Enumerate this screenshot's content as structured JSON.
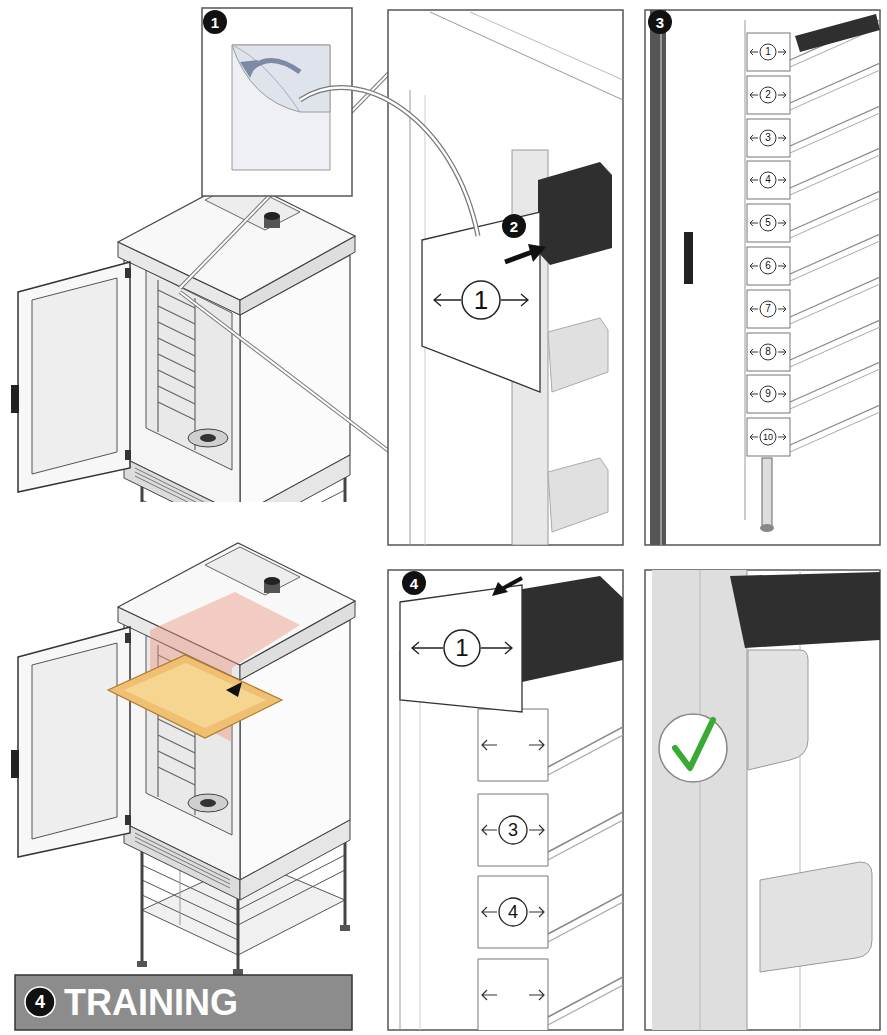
{
  "diagram": {
    "title": "TRAINING",
    "labels": [
      "1",
      "2",
      "1",
      "3",
      "1",
      "2",
      "3",
      "4",
      "5",
      "6",
      "7",
      "8",
      "9",
      "10",
      "4",
      "1",
      "3",
      "4",
      "4"
    ]
  }
}
